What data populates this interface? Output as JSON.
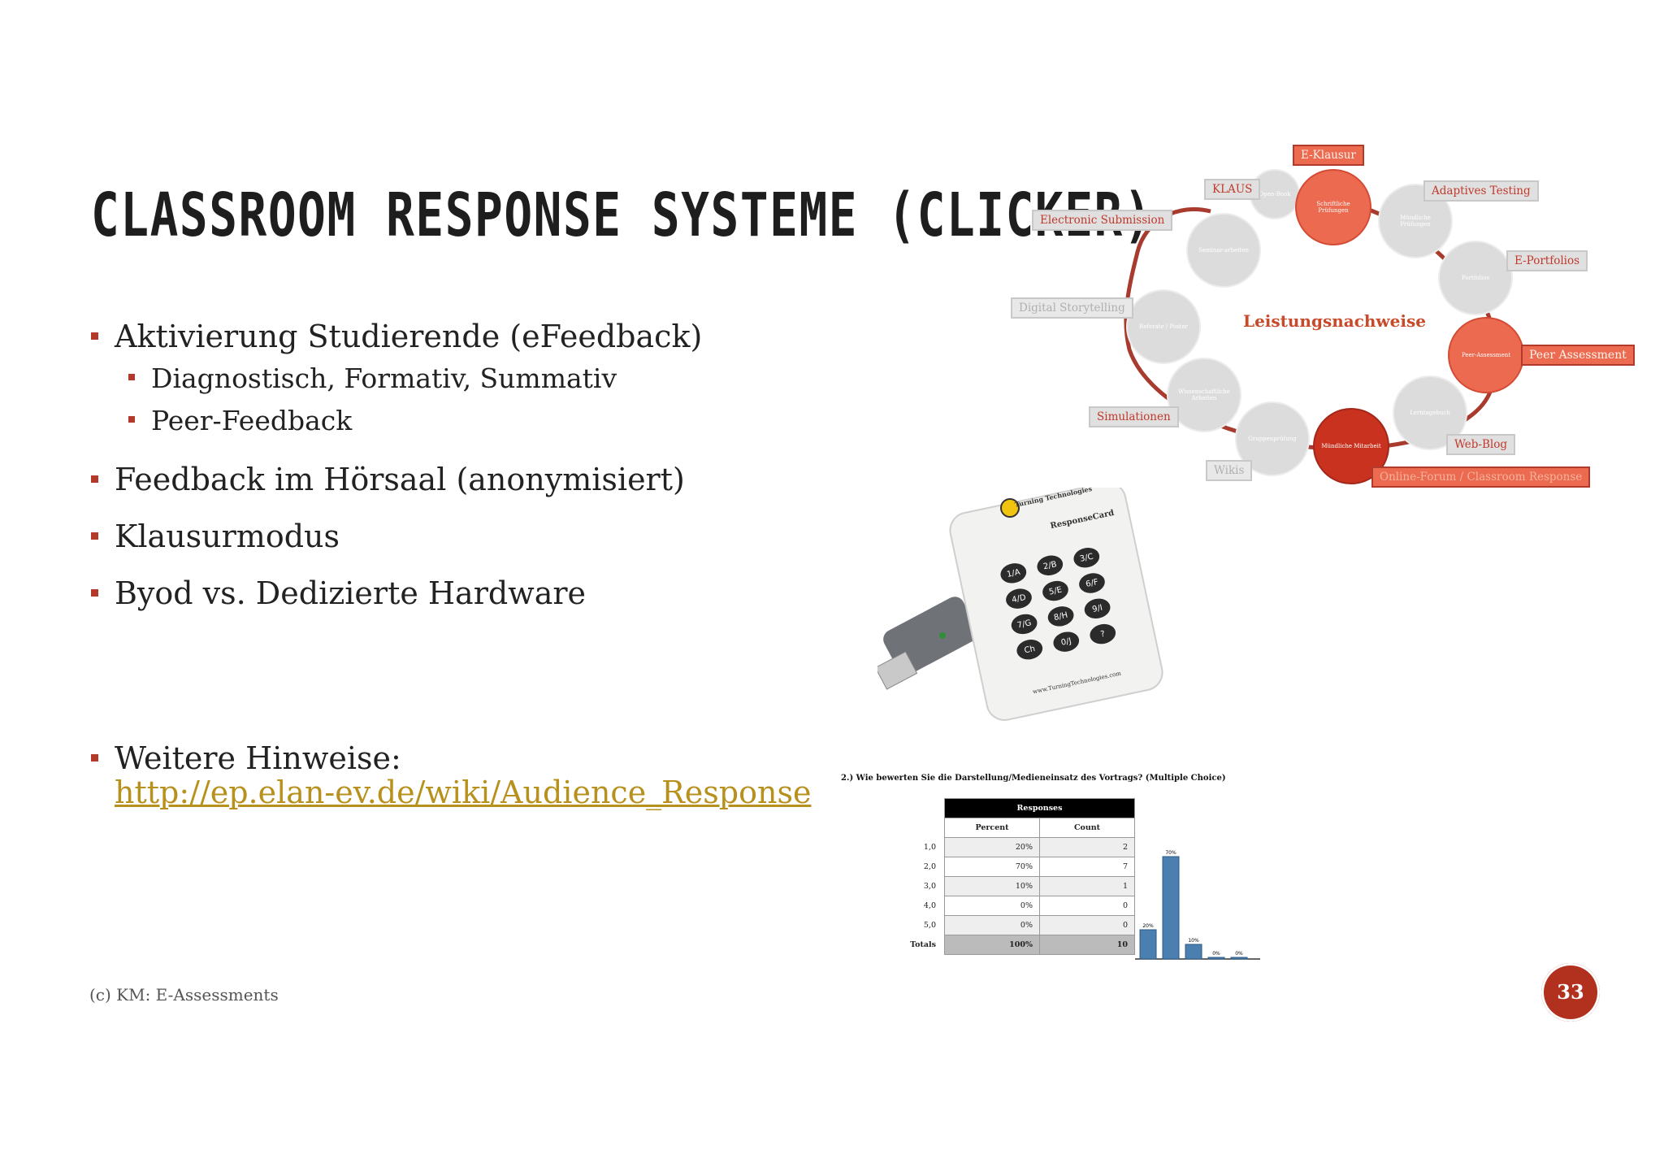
{
  "slide": {
    "title": "CLASSROOM RESPONSE SYSTEME (CLICKER)",
    "bullets": [
      "Aktivierung Studierende (eFeedback)",
      "Diagnostisch, Formativ, Summativ",
      "Peer-Feedback",
      "Feedback im Hörsaal (anonymisiert)",
      "Klausurmodus",
      "Byod vs. Dedizierte Hardware"
    ],
    "hint_label": "Weitere Hinweise:",
    "hint_link": "http://ep.elan-ev.de/wiki/Audience_Response",
    "footer": "(c) KM: E-Assessments",
    "page_number": "33"
  },
  "diagram": {
    "center": "Leistungsnachweise",
    "labels": {
      "e_klausur": "E-Klausur",
      "klaus": "KLAUS",
      "adaptives": "Adaptives Testing",
      "electronic": "Electronic Submission",
      "eportfolios": "E-Portfolios",
      "digital": "Digital Storytelling",
      "peer": "Peer Assessment",
      "simulationen": "Simulationen",
      "webblog": "Web-Blog",
      "wikis": "Wikis",
      "forum": "Online-Forum / Classroom Response"
    }
  },
  "clicker": {
    "brand": "Turning Technologies",
    "model": "ResponseCard",
    "keys": [
      "1/A",
      "2/B",
      "3/C",
      "4/D",
      "5/E",
      "6/F",
      "7/G",
      "8/H",
      "9/I",
      "Ch",
      "0/J",
      "?"
    ],
    "url": "www.TurningTechnologies.com"
  },
  "response": {
    "question": "2.) Wie bewerten Sie die Darstellung/Medieneinsatz des Vortrags? (Multiple Choice)",
    "header": "Responses",
    "col_percent": "Percent",
    "col_count": "Count",
    "rows": [
      {
        "label": "1,0",
        "percent": "20%",
        "count": "2"
      },
      {
        "label": "2,0",
        "percent": "70%",
        "count": "7"
      },
      {
        "label": "3,0",
        "percent": "10%",
        "count": "1"
      },
      {
        "label": "4,0",
        "percent": "0%",
        "count": "0"
      },
      {
        "label": "5,0",
        "percent": "0%",
        "count": "0"
      }
    ],
    "totals": {
      "label": "Totals",
      "percent": "100%",
      "count": "10"
    }
  },
  "chart_data": {
    "type": "bar",
    "categories": [
      "1,0",
      "2,0",
      "3,0",
      "4,0",
      "5,0"
    ],
    "values": [
      20,
      70,
      10,
      0,
      0
    ],
    "data_labels": [
      "20%",
      "70%",
      "10%",
      "0%",
      "0%"
    ],
    "ylim": [
      0,
      70
    ],
    "color": "#4a7fb0"
  }
}
